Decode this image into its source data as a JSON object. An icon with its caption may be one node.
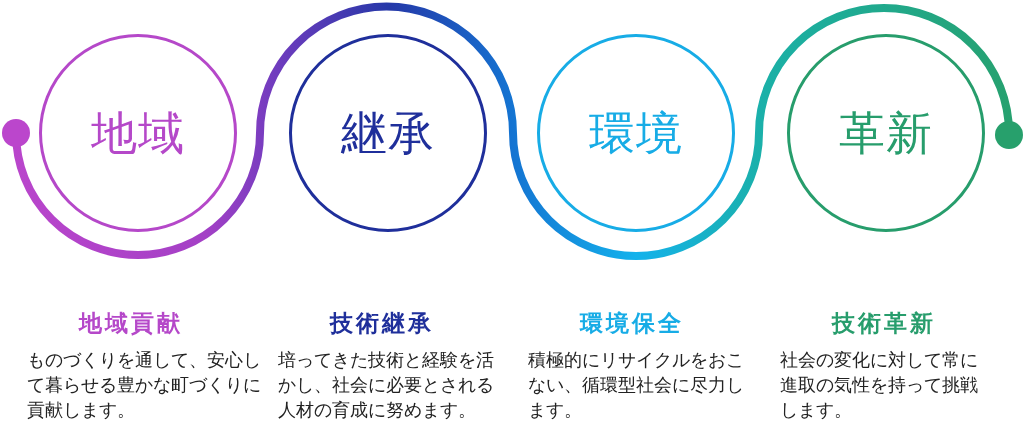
{
  "diagram": {
    "nodes": [
      {
        "text": [
          "地域"
        ],
        "beside": [
          "地域貢献",
          "ものづくりを通して、安心して暮らせる豊かな町づくりに貢献します。"
        ]
      },
      {
        "text": [
          "継承"
        ],
        "beside": [
          "技術継承",
          "培ってきた技術と経験を活かし、社会に必要とされる人材の育成に努めます。"
        ]
      },
      {
        "text": [
          "環境"
        ],
        "beside": [
          "環境保全",
          "積極的にリサイクルをおこない、循環型社会に尽力します。"
        ]
      },
      {
        "text": [
          "革新"
        ],
        "beside": [
          "技術革新",
          "社会の変化に対して常に進取の気性を持って挑戦します。"
        ]
      }
    ]
  }
}
